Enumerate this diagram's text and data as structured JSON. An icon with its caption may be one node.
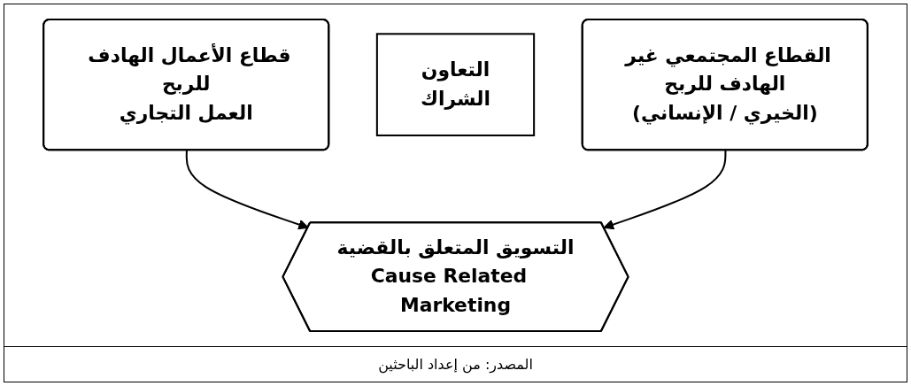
{
  "diagram": {
    "caption": "المصدر: من إعداد الباحثين",
    "nodes": [
      {
        "text": [
          "القطاع المجتمعي غير الهادف للربح",
          "(الخيري / الإنساني)"
        ]
      },
      {
        "text": [
          "التعاون",
          "الشراك"
        ]
      },
      {
        "text": [
          "قطاع الأعمال الهادف للربح",
          "العمل التجاري"
        ]
      },
      {
        "text": [
          "التسويق المتعلق بالقضية",
          "Cause Related  Marketing"
        ]
      }
    ],
    "edges": [
      {
        "from": 2,
        "to": 3,
        "arrow": "to"
      },
      {
        "from": 0,
        "to": 3,
        "arrow": "to"
      }
    ]
  }
}
